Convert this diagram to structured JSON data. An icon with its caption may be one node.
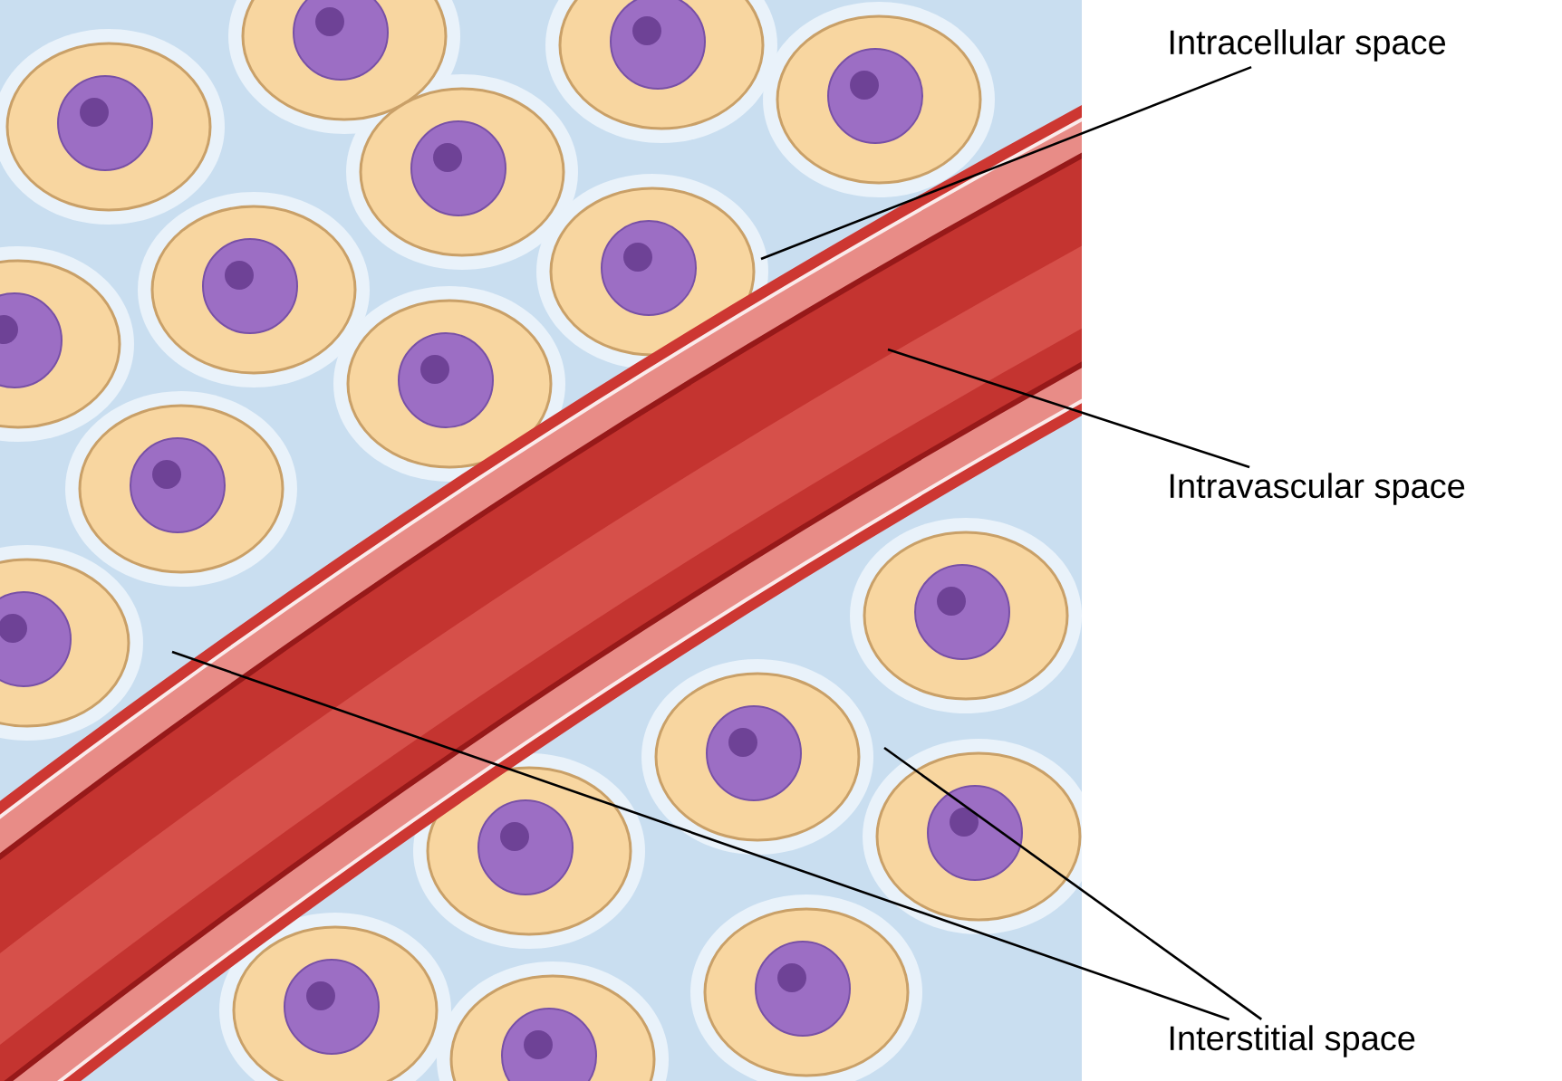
{
  "diagram": {
    "nodes": [
      {
        "text": [
          "Intracellular space"
        ]
      },
      {
        "text": [
          "Intravascular space"
        ]
      },
      {
        "text": [
          "Interstitial space"
        ]
      }
    ],
    "edges": [
      {
        "from": 0,
        "to": null,
        "arrow": "none"
      },
      {
        "from": 1,
        "to": null,
        "arrow": "none"
      },
      {
        "from": 2,
        "to": null,
        "arrow": "none"
      },
      {
        "from": 2,
        "to": null,
        "arrow": "none"
      }
    ]
  }
}
